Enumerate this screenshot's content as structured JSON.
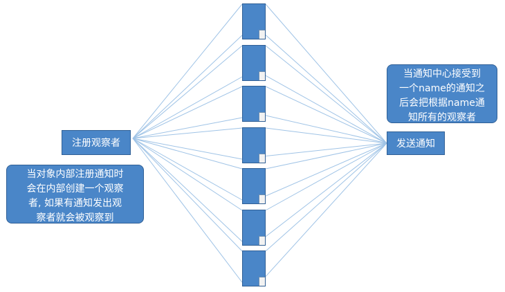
{
  "register": {
    "label": "注册观察者"
  },
  "send": {
    "label": "发送通知"
  },
  "callout_left": {
    "lines": [
      "当对象内部注册通知时",
      "会在内部创建一个观察",
      "者, 如果有通知发出观",
      "察者就会被观察到"
    ]
  },
  "callout_right": {
    "lines": [
      "当通知中心接受到",
      "一个name的通知之",
      "后会把根据name通",
      "知所有的观察者"
    ]
  },
  "observers": [
    "observer",
    "observer",
    "observer",
    "observer",
    "observer",
    "observer",
    "observer"
  ],
  "colors": {
    "box_fill": "#4a86c8",
    "box_border": "#2f5f95",
    "line": "#9fc3e6",
    "text": "#ffffff"
  }
}
